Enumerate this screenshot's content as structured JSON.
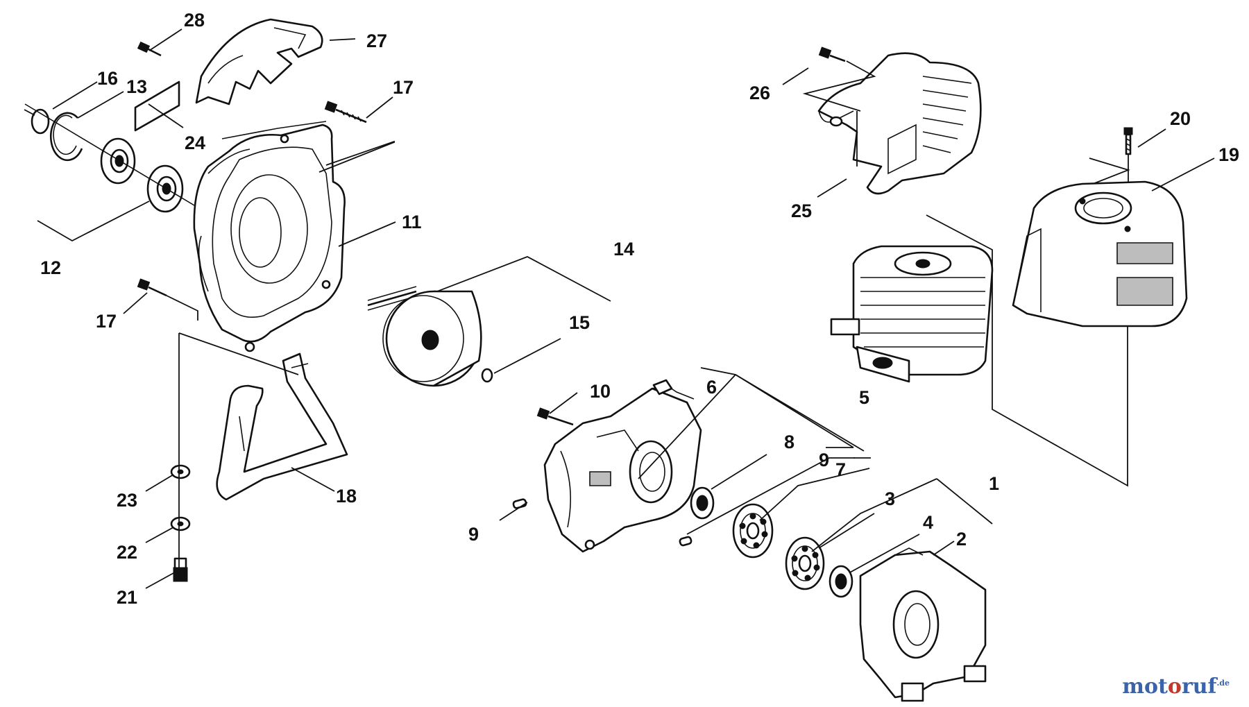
{
  "labels": {
    "l1": "1",
    "l2": "2",
    "l3": "3",
    "l4": "4",
    "l5": "5",
    "l6": "6",
    "l7": "7",
    "l8": "8",
    "l9a": "9",
    "l9b": "9",
    "l10": "10",
    "l11": "11",
    "l12": "12",
    "l13": "13",
    "l14": "14",
    "l15": "15",
    "l16": "16",
    "l17a": "17",
    "l17b": "17",
    "l18": "18",
    "l19": "19",
    "l20": "20",
    "l21": "21",
    "l22": "22",
    "l23": "23",
    "l24": "24",
    "l25": "25",
    "l26": "26",
    "l27": "27",
    "l28": "28"
  },
  "watermark": {
    "part1": "mot",
    "part2": "o",
    "part3": "ruf",
    "suffix": ".de"
  }
}
